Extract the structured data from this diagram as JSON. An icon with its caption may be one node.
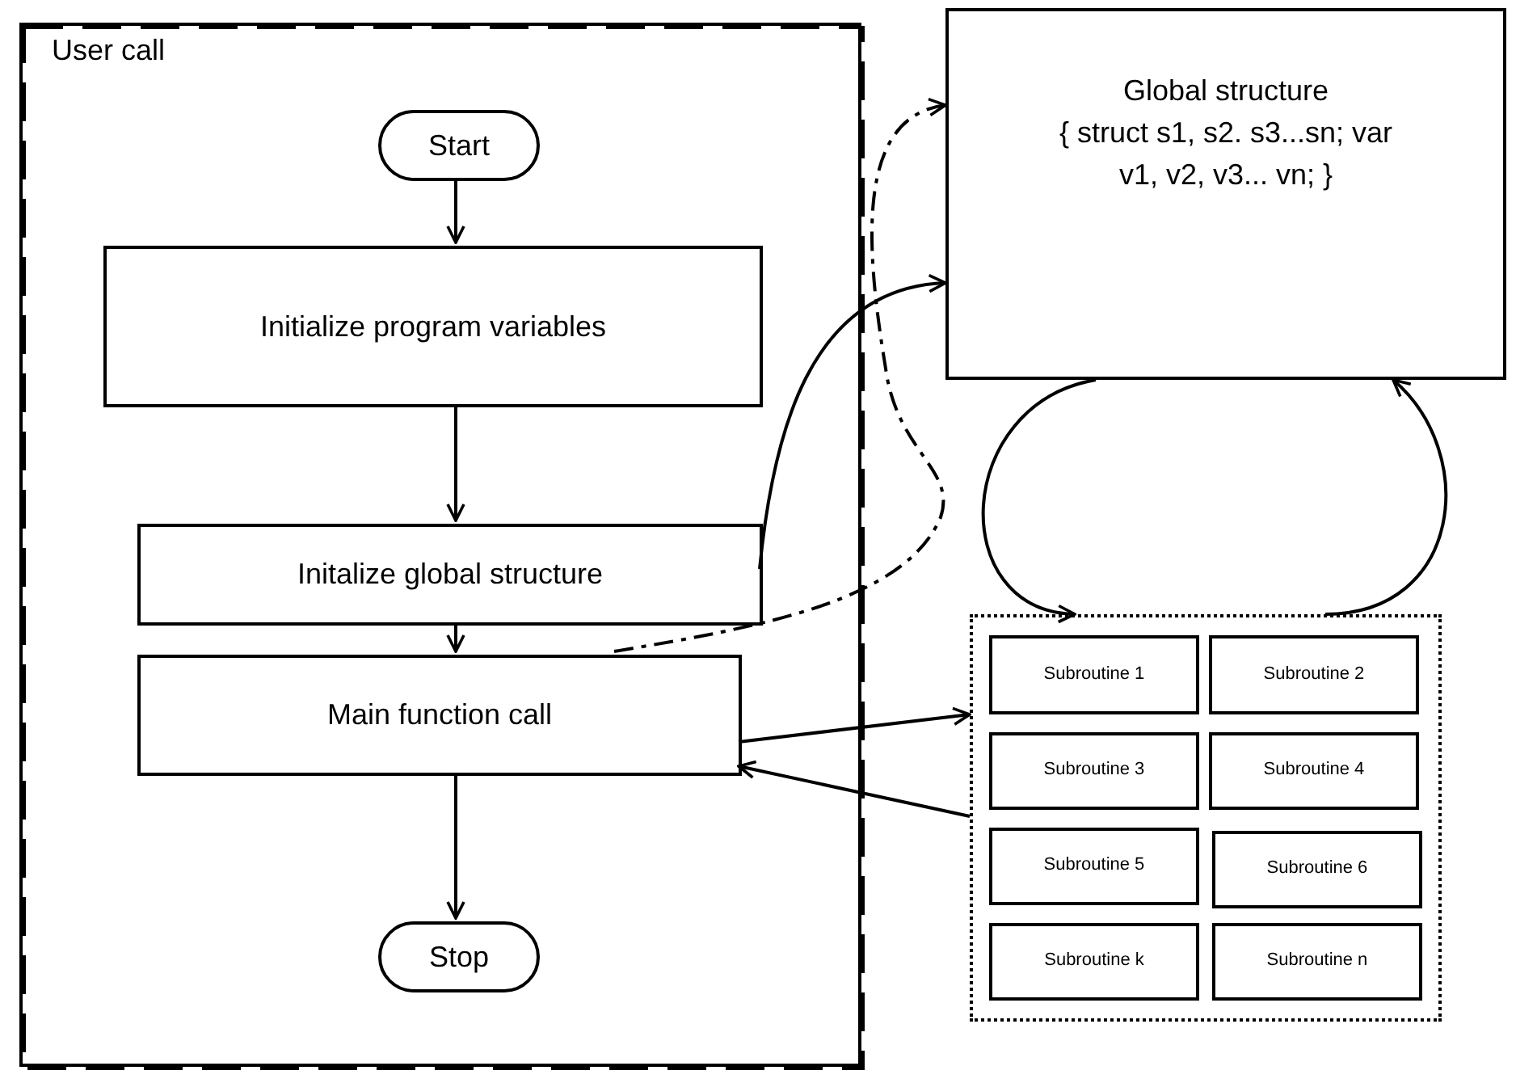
{
  "diagram": {
    "nodes": [
      {
        "text": [
          "User call"
        ]
      },
      {
        "text": [
          "Start"
        ],
        "in": 0
      },
      {
        "text": [
          "Initialize program variables"
        ],
        "in": 0
      },
      {
        "text": [
          "Initalize global structure"
        ],
        "in": 0
      },
      {
        "text": [
          "Main function call"
        ],
        "in": 0
      },
      {
        "text": [
          "Stop"
        ],
        "in": 0
      },
      {
        "text": [
          "Global structure",
          "{ struct s1, s2. s3...sn; var v1, v2, v3... vn; }"
        ]
      },
      {
        "text": [],
        "shape": "box"
      },
      {
        "text": [
          "Subroutine 1"
        ],
        "in": 7
      },
      {
        "text": [
          "Subroutine 2"
        ],
        "in": 7
      },
      {
        "text": [
          "Subroutine 3"
        ],
        "in": 7
      },
      {
        "text": [
          "Subroutine 4"
        ],
        "in": 7
      },
      {
        "text": [
          "Subroutine 5"
        ],
        "in": 7
      },
      {
        "text": [
          "Subroutine 6"
        ],
        "in": 7
      },
      {
        "text": [
          "Subroutine k"
        ],
        "in": 7
      },
      {
        "text": [
          "Subroutine n"
        ],
        "in": 7
      }
    ],
    "edges": [
      {
        "from": 1,
        "to": 2,
        "arrow": "to"
      },
      {
        "from": 2,
        "to": 3,
        "arrow": "to"
      },
      {
        "from": 3,
        "to": 4,
        "arrow": "to"
      },
      {
        "from": 4,
        "to": 5,
        "arrow": "to"
      },
      {
        "from": 3,
        "to": 6,
        "arrow": "to"
      },
      {
        "from": 4,
        "to": 6,
        "arrow": "to",
        "style": "dashed"
      },
      {
        "from": 6,
        "to": 7,
        "arrow": "to"
      },
      {
        "from": 7,
        "to": 6,
        "arrow": "to"
      },
      {
        "from": 4,
        "to": 7,
        "arrow": "to"
      },
      {
        "from": 7,
        "to": 4,
        "arrow": "to"
      }
    ]
  }
}
